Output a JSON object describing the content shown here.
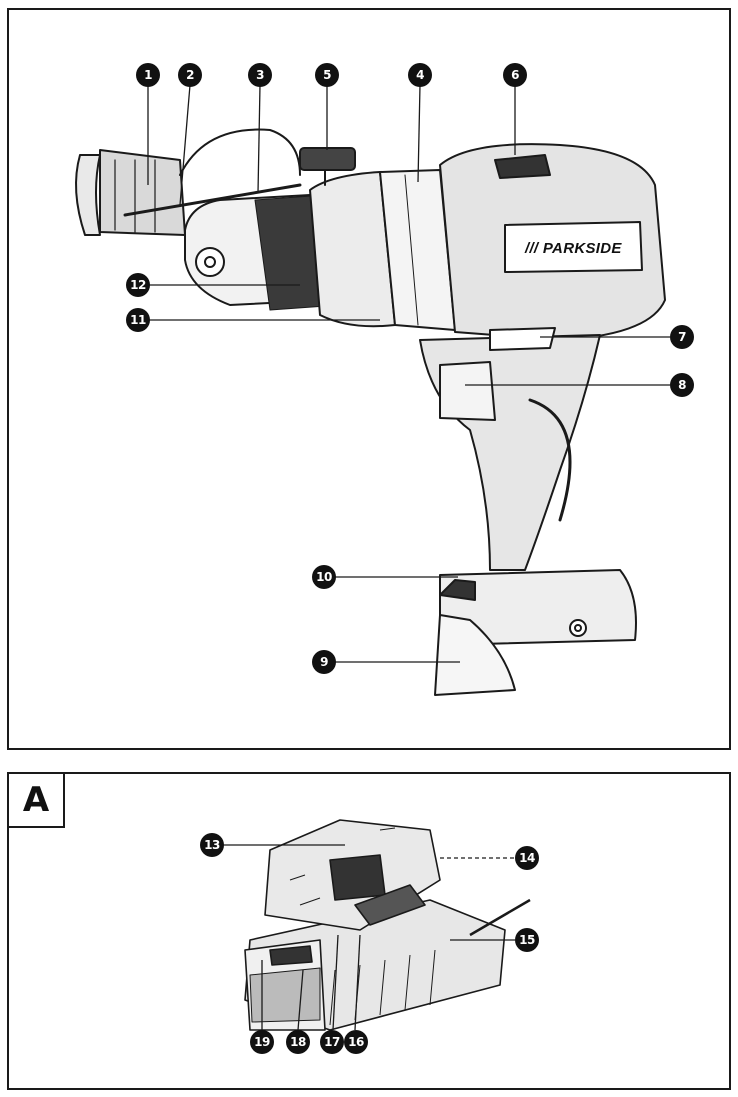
{
  "top_panel": {
    "brand_label": "/// PARKSIDE",
    "callouts": [
      "1",
      "2",
      "3",
      "5",
      "4",
      "6",
      "12",
      "11",
      "7",
      "8",
      "10",
      "9"
    ]
  },
  "bottom_panel": {
    "figure_label": "A",
    "callouts": [
      "13",
      "14",
      "15",
      "16",
      "17",
      "18",
      "19"
    ]
  }
}
